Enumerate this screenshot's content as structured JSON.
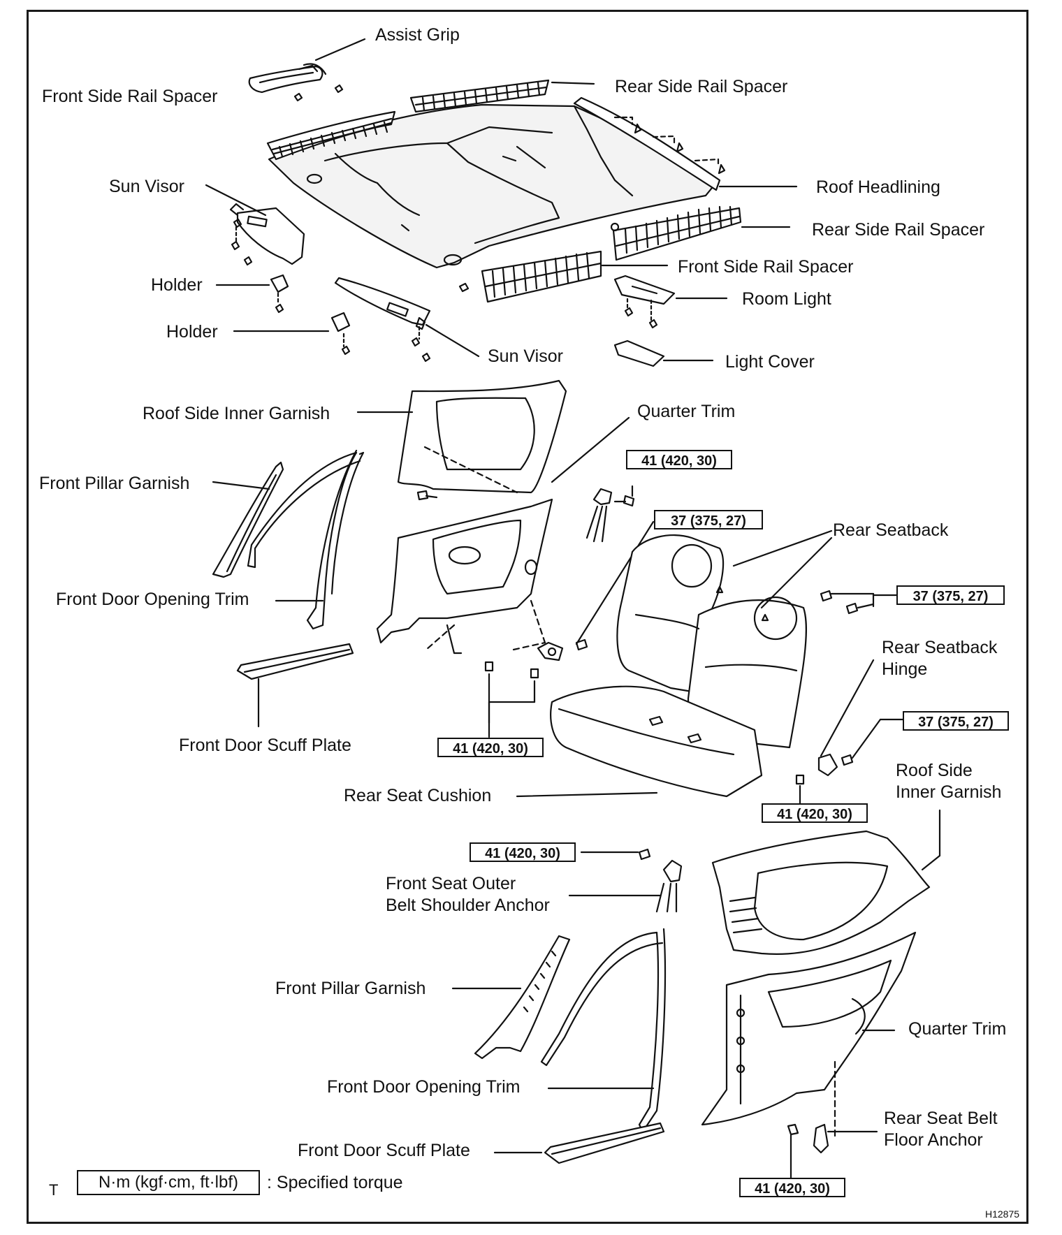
{
  "labels": {
    "assist_grip": "Assist Grip",
    "front_side_rail_spacer_top": "Front Side Rail Spacer",
    "rear_side_rail_spacer_top": "Rear Side Rail Spacer",
    "roof_headlining": "Roof Headlining",
    "rear_side_rail_spacer_right": "Rear Side Rail Spacer",
    "front_side_rail_spacer_mid": "Front Side Rail Spacer",
    "sun_visor_left": "Sun Visor",
    "holder_1": "Holder",
    "holder_2": "Holder",
    "sun_visor_right": "Sun Visor",
    "room_light": "Room Light",
    "light_cover": "Light Cover",
    "roof_side_inner_garnish_left": "Roof Side Inner Garnish",
    "quarter_trim_top": "Quarter Trim",
    "front_pillar_garnish_left": "Front Pillar Garnish",
    "front_door_opening_trim_left": "Front Door Opening Trim",
    "front_door_scuff_plate_left": "Front Door Scuff Plate",
    "rear_seatback": "Rear Seatback",
    "rear_seatback_hinge_1": "Rear Seatback",
    "rear_seatback_hinge_2": "Hinge",
    "rear_seat_cushion": "Rear Seat Cushion",
    "roof_side_inner_garnish_right_1": "Roof Side",
    "roof_side_inner_garnish_right_2": "Inner Garnish",
    "front_seat_outer_belt_1": "Front Seat Outer",
    "front_seat_outer_belt_2": "Belt Shoulder Anchor",
    "front_pillar_garnish_bottom": "Front Pillar Garnish",
    "quarter_trim_right": "Quarter Trim",
    "front_door_opening_trim_bottom": "Front Door Opening Trim",
    "rear_seat_belt_floor_anchor_1": "Rear Seat Belt",
    "rear_seat_belt_floor_anchor_2": "Floor Anchor",
    "front_door_scuff_plate_bottom": "Front Door Scuff Plate"
  },
  "torque_specs": {
    "quarter_trim_anchor": "41 (420, 30)",
    "quarter_trim_bolt": "37 (375, 27)",
    "seatback_upper": "37 (375, 27)",
    "seatback_hinge": "37 (375, 27)",
    "lower_trim": "41 (420, 30)",
    "hinge_lower": "41 (420, 30)",
    "belt_shoulder": "41 (420, 30)",
    "floor_anchor": "41 (420, 30)"
  },
  "legend": {
    "prefix": "T",
    "box": "N·m (kgf·cm, ft·lbf)",
    "text": ": Specified torque"
  },
  "figure_code": "H12875"
}
